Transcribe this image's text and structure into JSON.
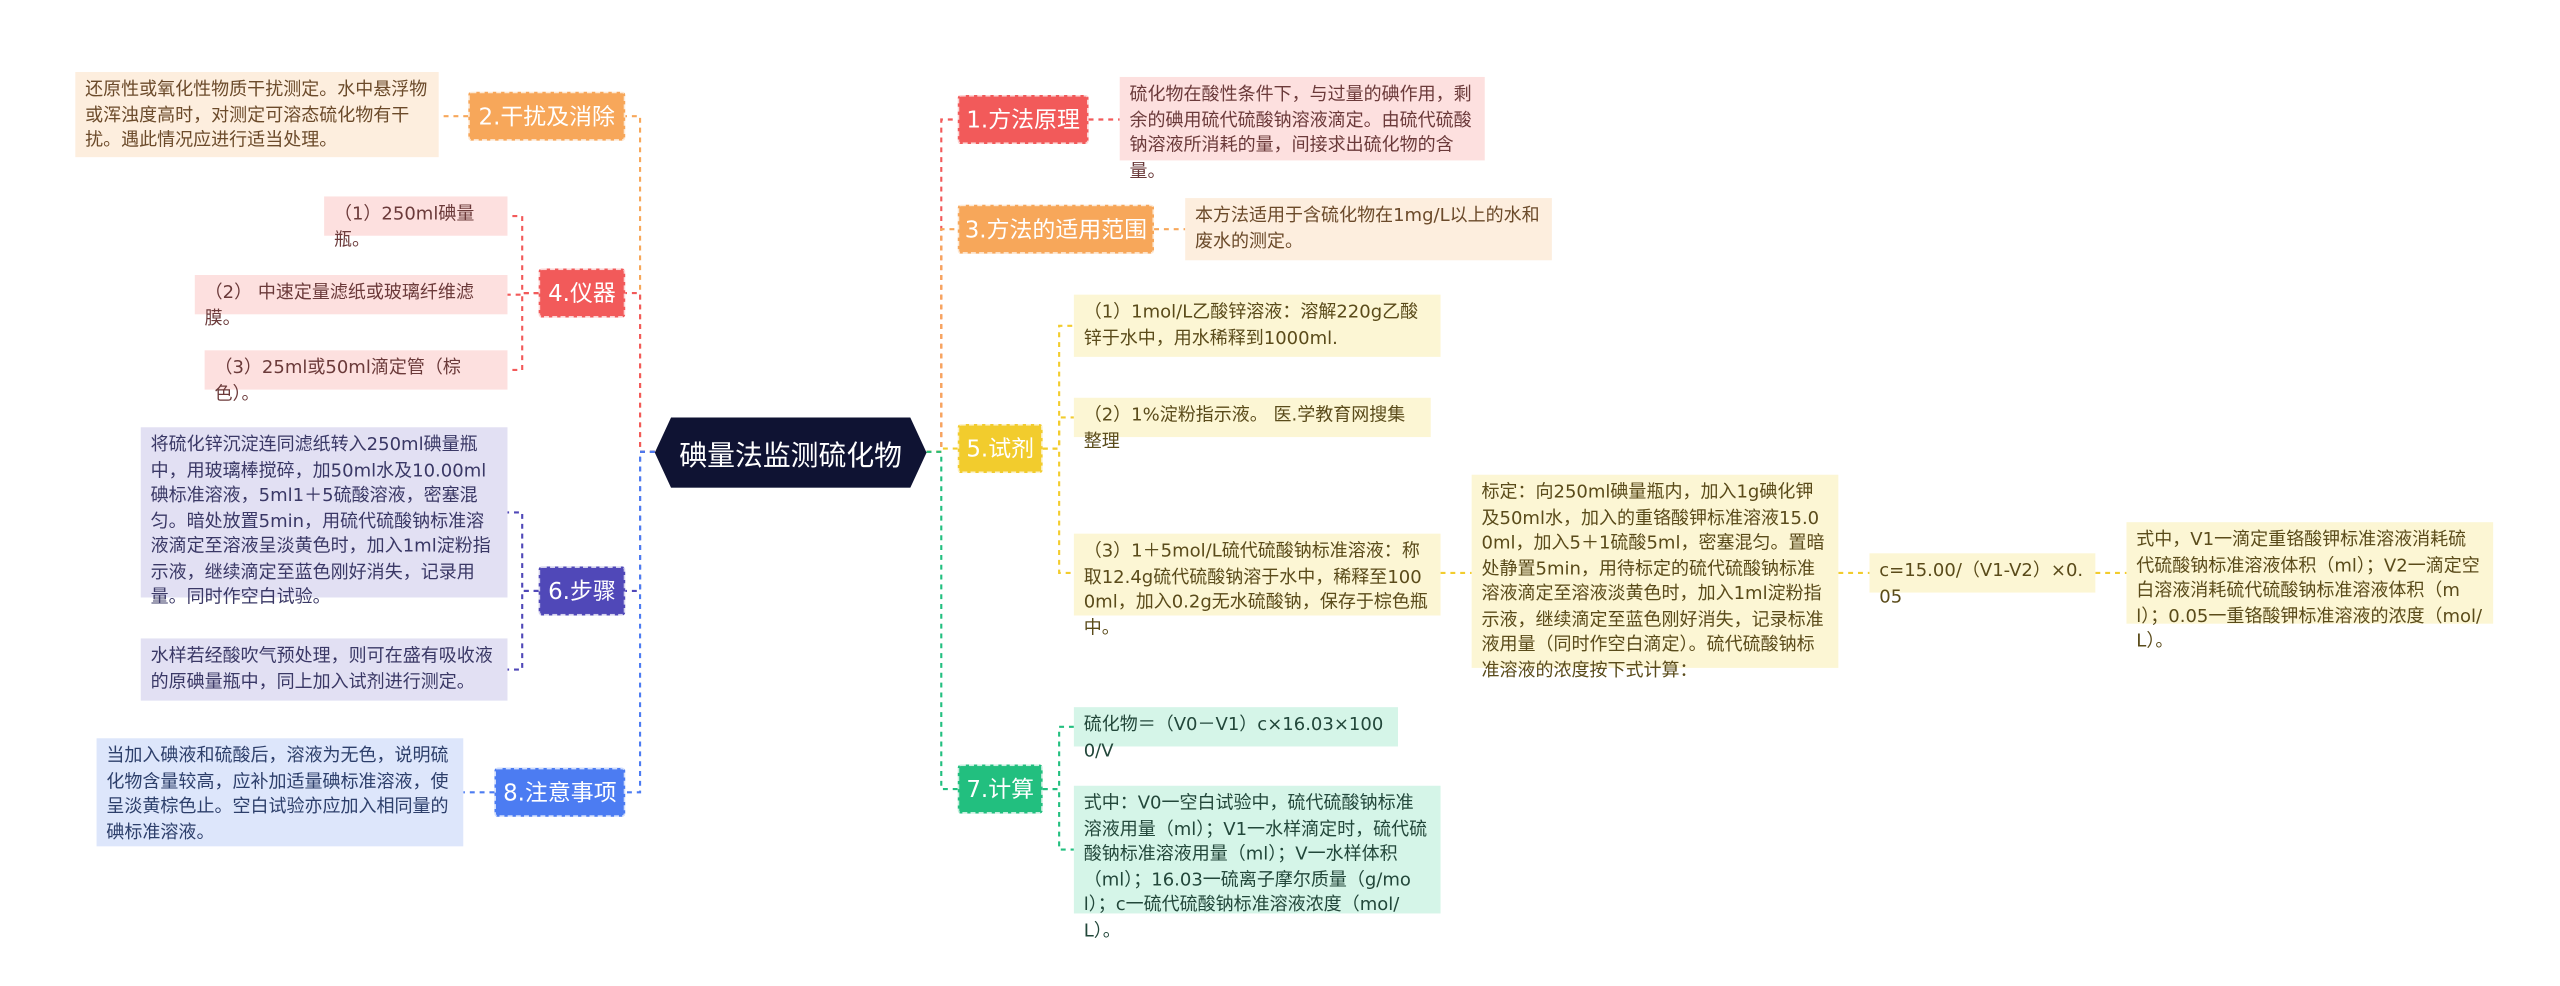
{
  "root": "碘量法监测硫化物",
  "branches": {
    "b1": {
      "label": "1.方法原理",
      "leaves": [
        "硫化物在酸性条件下，与过量的碘作用，剩余的碘用硫代硫酸钠溶液滴定。由硫代硫酸钠溶液所消耗的量，间接求出硫化物的含量。"
      ]
    },
    "b2": {
      "label": "2.干扰及消除",
      "leaves": [
        "还原性或氧化性物质干扰测定。水中悬浮物或浑浊度高时，对测定可溶态硫化物有干扰。遇此情况应进行适当处理。"
      ]
    },
    "b3": {
      "label": "3.方法的适用范围",
      "leaves": [
        "本方法适用于含硫化物在1mg/L以上的水和废水的测定。"
      ]
    },
    "b4": {
      "label": "4.仪器",
      "leaves": [
        "（1）250ml碘量瓶。",
        "（2） 中速定量滤纸或玻璃纤维滤膜。",
        "（3）25ml或50ml滴定管（棕色）。"
      ]
    },
    "b5": {
      "label": "5.试剂",
      "leaves": [
        "（1）1mol/L乙酸锌溶液：溶解220g乙酸锌于水中，用水稀释到1000ml.",
        "（2）1%淀粉指示液。 医.学教育网搜集整理",
        "（3）1＋5mol/L硫代硫酸钠标准溶液：称取12.4g硫代硫酸钠溶于水中，稀释至1000ml，加入0.2g无水硫酸钠，保存于棕色瓶中。"
      ],
      "sub": [
        "标定：向250ml碘量瓶内，加入1g碘化钾及50ml水，加入的重铬酸钾标准溶液15.00ml，加入5＋1硫酸5ml，密塞混匀。置暗处静置5min，用待标定的硫代硫酸钠标准溶液滴定至溶液淡黄色时，加入1ml淀粉指示液，继续滴定至蓝色刚好消失，记录标准液用量（同时作空白滴定）。硫代硫酸钠标准溶液的浓度按下式计算：",
        "c=15.00/（V1-V2）×0.05",
        "式中，V1一滴定重铬酸钾标准溶液消耗硫代硫酸钠标准溶液体积（ml）；V2一滴定空白溶液消耗硫代硫酸钠标准溶液体积（ml）；0.05一重铬酸钾标准溶液的浓度（mol/L）。"
      ]
    },
    "b6": {
      "label": "6.步骤",
      "leaves": [
        "将硫化锌沉淀连同滤纸转入250ml碘量瓶中，用玻璃棒搅碎，加50ml水及10.00ml碘标准溶液，5ml1＋5硫酸溶液，密塞混匀。暗处放置5min，用硫代硫酸钠标准溶液滴定至溶液呈淡黄色时，加入1ml淀粉指示液，继续滴定至蓝色刚好消失，记录用量。同时作空白试验。",
        "水样若经酸吹气预处理，则可在盛有吸收液的原碘量瓶中，同上加入试剂进行测定。"
      ]
    },
    "b7": {
      "label": "7.计算",
      "leaves": [
        "硫化物＝（V0－V1）c×16.03×1000/V",
        "式中：V0一空白试验中，硫代硫酸钠标准溶液用量（ml）；V1一水样滴定时，硫代硫酸钠标准溶液用量（ml）；V一水样体积（ml）；16.03一硫离子摩尔质量（g/mol）；c一硫代硫酸钠标准溶液浓度（mol/L）。"
      ]
    },
    "b8": {
      "label": "8.注意事项",
      "leaves": [
        "当加入碘液和硫酸后，溶液为无色，说明硫化物含量较高，应补加适量碘标准溶液，使呈淡黄棕色止。空白试验亦应加入相同量的碘标准溶液。"
      ]
    }
  },
  "colors": {
    "red": "#f25a5a",
    "orange": "#f7a75a",
    "yellow": "#f2cc2d",
    "green": "#22bf7f",
    "purple": "#5048b8",
    "blue": "#4c7cf2",
    "root": "#0f1333"
  }
}
